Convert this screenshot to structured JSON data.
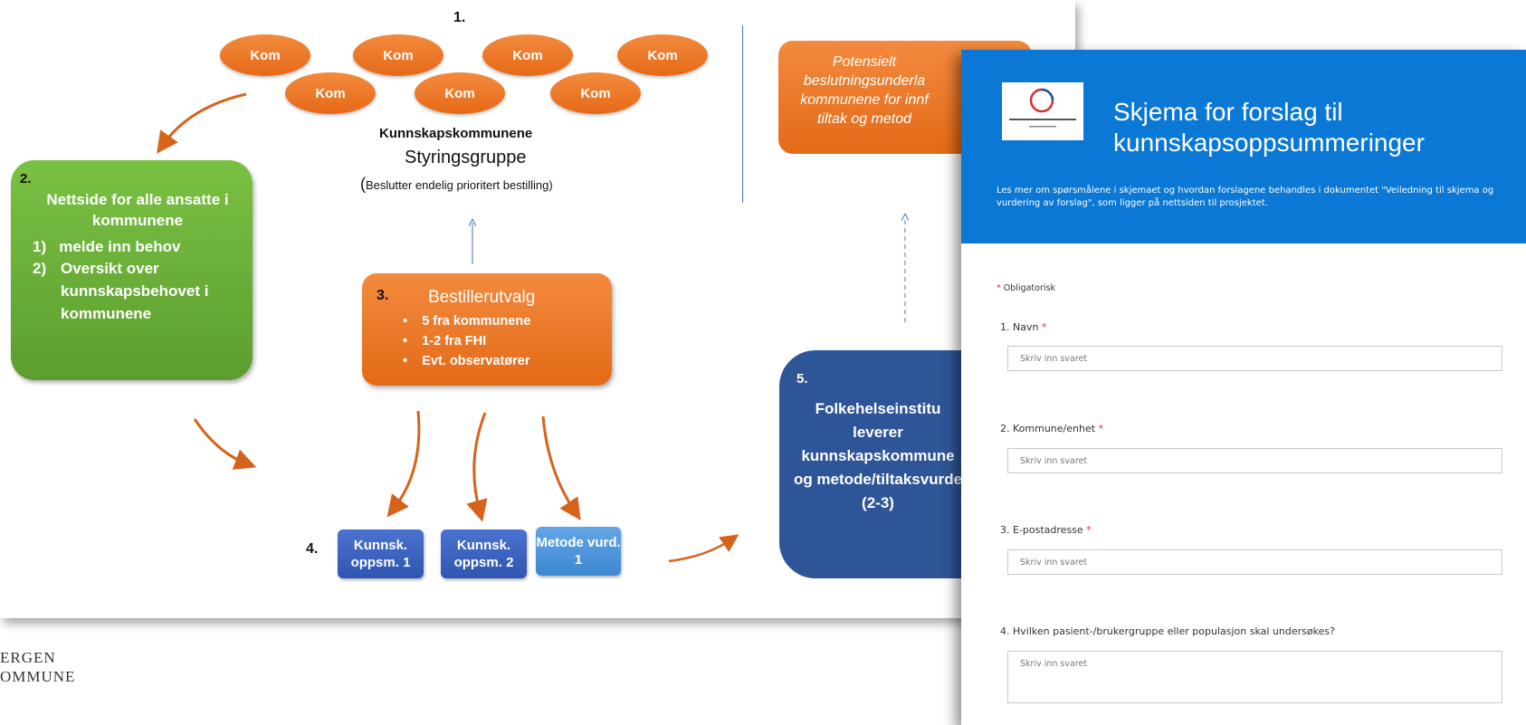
{
  "diagram": {
    "num1": "1.",
    "kom_label": "Kom",
    "kunnskapskommunene": "Kunnskapskommunene",
    "styringsgruppe": "Styringsgruppe",
    "beslutter": "Beslutter endelig prioritert bestilling)",
    "beslutter_paren": "(",
    "num2": "2.",
    "nettside_title": "Nettside for alle ansatte i kommunene",
    "nettside_items": [
      {
        "n": "1)",
        "text": "melde inn behov"
      },
      {
        "n": "2)",
        "text": "Oversikt over kunnskapsbehovet i kommunene"
      }
    ],
    "num3": "3.",
    "bestiller_title": "Bestillerutvalg",
    "bestiller_items": [
      "5 fra kommunene",
      "1-2 fra FHI",
      "Evt. observatører"
    ],
    "num4": "4.",
    "box_kunnsk1": "Kunnsk. oppsm. 1",
    "box_kunnsk2": "Kunnsk. oppsm. 2",
    "box_metode": "Metode vurd. 1",
    "num5": "5.",
    "potensielt": "Potensielt beslutningsunderla kommunene for innf tiltak og metod",
    "fhi_text": "Folkehelseinstitu leverer kunnskapskommune og metode/tiltaksvurde (2-3)",
    "bergen_line1": "ERGEN",
    "bergen_line2": "OMMUNE"
  },
  "form": {
    "title": "Skjema for forslag til kunnskapsoppsummeringer",
    "description": "Les mer om spørsmålene i skjemaet og hvordan forslagene behandles i dokumentet \"Veiledning til skjema og vurdering av forslag\", som ligger på nettsiden til prosjektet.",
    "required_note": "Obligatorisk",
    "required_star": "*",
    "placeholder": "Skriv inn svaret",
    "questions": [
      {
        "label": "1. Navn",
        "required": true
      },
      {
        "label": "2. Kommune/enhet",
        "required": true
      },
      {
        "label": "3. E-postadresse",
        "required": true
      },
      {
        "label": "4. Hvilken pasient-/brukergruppe eller populasjon skal undersøkes?",
        "required": false
      }
    ]
  },
  "colors": {
    "orange": "#e56a17",
    "green": "#6aae36",
    "navy": "#2e5597",
    "blue_small": "#3a63c0",
    "light_blue_small": "#4a90d9",
    "form_header": "#0a78d4"
  }
}
